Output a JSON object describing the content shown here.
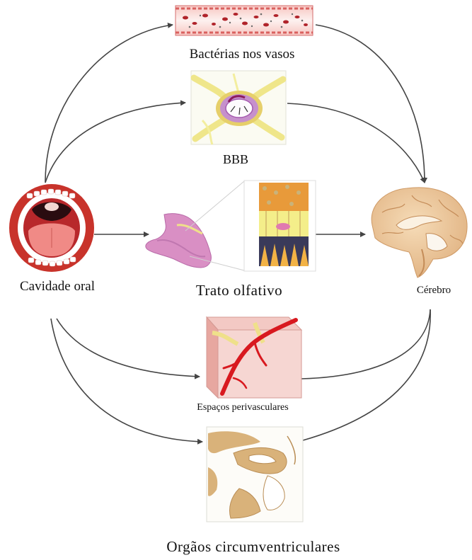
{
  "nodes": {
    "vessels": "Bactérias nos vasos",
    "bbb": "BBB",
    "oral_cavity": "Cavidade oral",
    "olfactory": "Trato olfativo",
    "brain": "Cérebro",
    "perivascular": "Espaços perivasculares",
    "circumventricular": "Orgãos circumventriculares"
  },
  "colors": {
    "arrow": "#444444",
    "brain": "#e8c49a",
    "vessel_cells": "#b0232a",
    "mouth_lips": "#c8332b",
    "olfactory_tissue": "#d98fc4",
    "bbb_membrane": "#efe68a",
    "perivascular_vessel": "#d8191f"
  }
}
